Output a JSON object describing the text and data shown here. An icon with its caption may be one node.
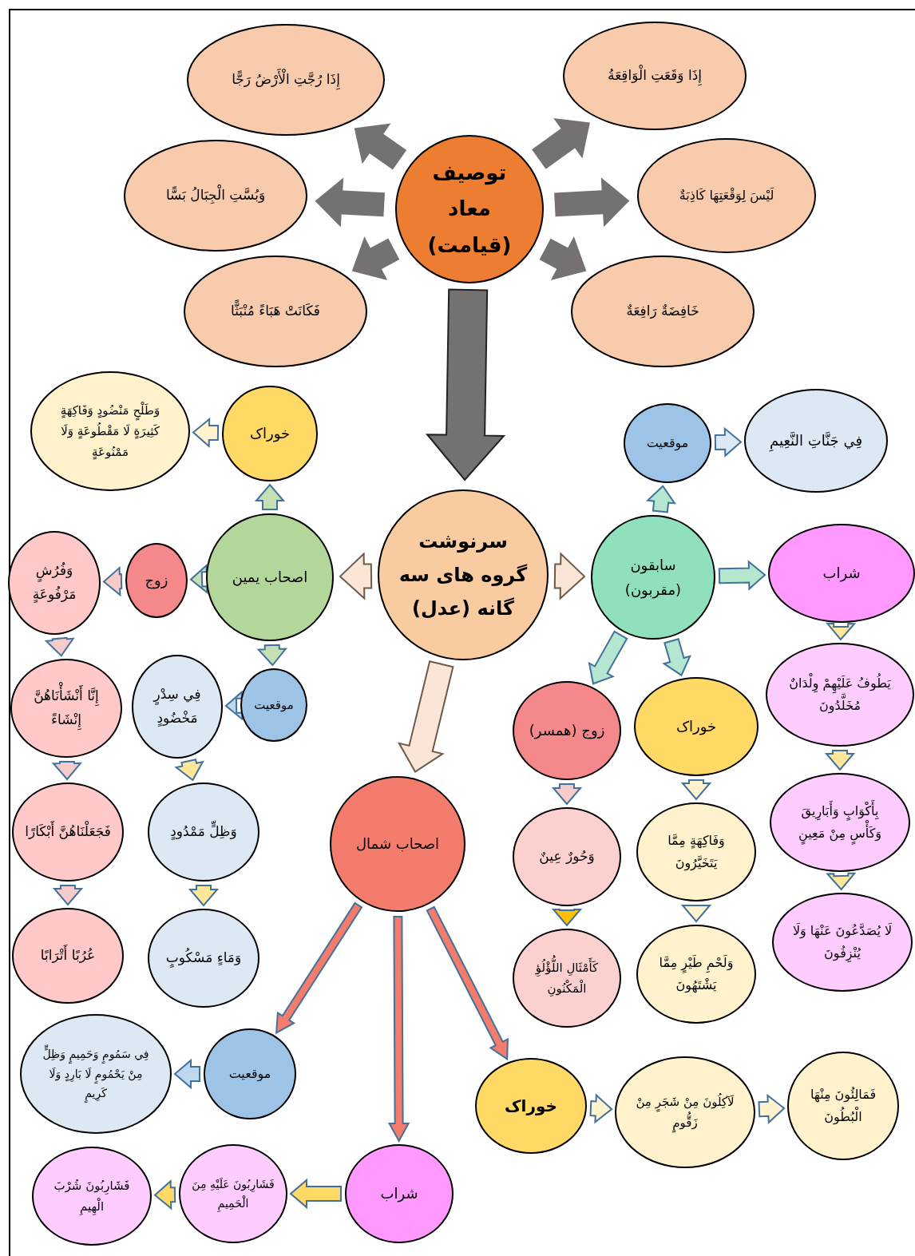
{
  "diagram": {
    "nodes": [
      {
        "text": [
          "توصیف معاد (قیامت)"
        ]
      },
      {
        "text": [
          "إِذَا رُجَّتِ الْأَرْضُ رَجًّا"
        ]
      },
      {
        "text": [
          "إِذَا وَقَعَتِ الْوَاقِعَةُ"
        ]
      },
      {
        "text": [
          "وَبُسَّتِ الْجِبَالُ بَسًّا"
        ]
      },
      {
        "text": [
          "لَيْسَ لِوَقْعَتِهَا كَاذِبَةٌ"
        ]
      },
      {
        "text": [
          "فَكَانَتْ هَبَاءً مُنْبَثًّا"
        ]
      },
      {
        "text": [
          "خَافِضَةٌ رَافِعَةٌ"
        ]
      },
      {
        "text": [
          "سرنوشت گروه های سه گانه (عدل)"
        ]
      },
      {
        "text": [
          "اصحاب یمین"
        ]
      },
      {
        "text": [
          "سابقون (مقربون)"
        ]
      },
      {
        "text": [
          "اصحاب شمال"
        ]
      },
      {
        "text": [
          "خوراک"
        ]
      },
      {
        "text": [
          "وَطَلْحٍ مَنْضُودٍ وَفَاكِهَةٍ كَثِيرَةٍ لَا مَقْطُوعَةٍ وَلَا مَمْنُوعَةٍ"
        ]
      },
      {
        "text": [
          "زوج"
        ]
      },
      {
        "text": [
          "وَفُرُشٍ مَرْفُوعَةٍ"
        ]
      },
      {
        "text": [
          "موقعیت"
        ]
      },
      {
        "text": [
          "فِي سِدْرٍ مَخْضُودٍ"
        ]
      },
      {
        "text": [
          "إِنَّا أَنْشَأْنَاهُنَّ إِنْشَاءً"
        ]
      },
      {
        "text": [
          "فَجَعَلْنَاهُنَّ أَبْكَارًا"
        ]
      },
      {
        "text": [
          "عُرُبًا أَتْرَابًا"
        ]
      },
      {
        "text": [
          "وَظِلٍّ مَمْدُودٍ"
        ]
      },
      {
        "text": [
          "وَمَاءٍ مَسْكُوبٍ"
        ]
      },
      {
        "text": [
          "موقعیت"
        ]
      },
      {
        "text": [
          "فِي جَنَّاتِ النَّعِيمِ"
        ]
      },
      {
        "text": [
          "شراب"
        ]
      },
      {
        "text": [
          "زوج (همسر)"
        ]
      },
      {
        "text": [
          "خوراک"
        ]
      },
      {
        "text": [
          "يَطُوفُ عَلَيْهِمْ وِلْدَانٌ مُخَلَّدُونَ"
        ]
      },
      {
        "text": [
          "بِأَكْوَابٍ وَأَبَارِيقَ وَكَأْسٍ مِنْ مَعِينٍ"
        ]
      },
      {
        "text": [
          "لَا يُصَدَّعُونَ عَنْهَا وَلَا يُنْزِفُونَ"
        ]
      },
      {
        "text": [
          "وَحُورٌ عِينٌ"
        ]
      },
      {
        "text": [
          "كَأَمْثَالِ اللُّؤْلُؤِ الْمَكْنُونِ"
        ]
      },
      {
        "text": [
          "وَفَاكِهَةٍ مِمَّا يَتَخَيَّرُونَ"
        ]
      },
      {
        "text": [
          "وَلَحْمِ طَيْرٍ مِمَّا يَشْتَهُونَ"
        ]
      },
      {
        "text": [
          "موقعیت"
        ]
      },
      {
        "text": [
          "فِي سَمُومٍ وَحَمِيمٍ وَظِلٍّ مِنْ يَحْمُومٍ لَا بَارِدٍ وَلَا كَرِيمٍ"
        ]
      },
      {
        "text": [
          "شراب"
        ]
      },
      {
        "text": [
          "فَشَارِبُونَ عَلَيْهِ مِنَ الْحَمِيمِ"
        ]
      },
      {
        "text": [
          "فَشَارِبُونَ شُرْبَ الْهِيمِ"
        ]
      },
      {
        "text": [
          "خوراک"
        ]
      },
      {
        "text": [
          "لَآكِلُونَ مِنْ شَجَرٍ مِنْ زَقُّومٍ"
        ]
      },
      {
        "text": [
          "فَمَالِئُونَ مِنْهَا الْبُطُونَ"
        ]
      }
    ],
    "edges": [
      {
        "from": 0,
        "to": 1,
        "arrow": "to",
        "color": "#767171"
      },
      {
        "from": 0,
        "to": 2,
        "arrow": "to",
        "color": "#767171"
      },
      {
        "from": 0,
        "to": 3,
        "arrow": "to",
        "color": "#767171"
      },
      {
        "from": 0,
        "to": 4,
        "arrow": "to",
        "color": "#767171"
      },
      {
        "from": 0,
        "to": 5,
        "arrow": "to",
        "color": "#767171"
      },
      {
        "from": 0,
        "to": 6,
        "arrow": "to",
        "color": "#767171"
      },
      {
        "from": 0,
        "to": 7,
        "arrow": "to",
        "color": "#767171"
      },
      {
        "from": 7,
        "to": 8,
        "arrow": "to",
        "color": "#fbe5d6"
      },
      {
        "from": 7,
        "to": 9,
        "arrow": "to",
        "color": "#fbe5d6"
      },
      {
        "from": 7,
        "to": 10,
        "arrow": "to",
        "color": "#fbe5d6"
      },
      {
        "from": 8,
        "to": 11,
        "arrow": "to",
        "color": "#c5e0b4"
      },
      {
        "from": 11,
        "to": 12,
        "arrow": "to",
        "color": "#fff2cc"
      },
      {
        "from": 8,
        "to": 13,
        "arrow": "to",
        "color": "#c5e0b4"
      },
      {
        "from": 13,
        "to": 14,
        "arrow": "to",
        "color": "#f8cbcb"
      },
      {
        "from": 8,
        "to": 15,
        "arrow": "to",
        "color": "#c5e0b4"
      },
      {
        "from": 15,
        "to": 16,
        "arrow": "to",
        "color": "#bdd7ee"
      },
      {
        "from": 14,
        "to": 17,
        "arrow": "to",
        "color": "#f8cbcb"
      },
      {
        "from": 17,
        "to": 18,
        "arrow": "to",
        "color": "#f8cbcb"
      },
      {
        "from": 18,
        "to": 19,
        "arrow": "to",
        "color": "#f8cbcb"
      },
      {
        "from": 16,
        "to": 20,
        "arrow": "to",
        "color": "#ffe699"
      },
      {
        "from": 20,
        "to": 21,
        "arrow": "to",
        "color": "#ffe699"
      },
      {
        "from": 9,
        "to": 22,
        "arrow": "to",
        "color": "#b5e6d0"
      },
      {
        "from": 22,
        "to": 23,
        "arrow": "to",
        "color": "#dde8f5"
      },
      {
        "from": 9,
        "to": 24,
        "arrow": "to",
        "color": "#b5e6d0"
      },
      {
        "from": 9,
        "to": 25,
        "arrow": "to",
        "color": "#b5e6d0"
      },
      {
        "from": 9,
        "to": 26,
        "arrow": "to",
        "color": "#b5e6d0"
      },
      {
        "from": 24,
        "to": 27,
        "arrow": "to",
        "color": "#ffe699"
      },
      {
        "from": 27,
        "to": 28,
        "arrow": "to",
        "color": "#ffe699"
      },
      {
        "from": 28,
        "to": 29,
        "arrow": "to",
        "color": "#ffe699"
      },
      {
        "from": 25,
        "to": 30,
        "arrow": "to",
        "color": "#f8cbcb"
      },
      {
        "from": 30,
        "to": 31,
        "arrow": "to",
        "color": "#ffc000"
      },
      {
        "from": 26,
        "to": 32,
        "arrow": "to",
        "color": "#fff2cc"
      },
      {
        "from": 32,
        "to": 33,
        "arrow": "to",
        "color": "#fff2cc"
      },
      {
        "from": 10,
        "to": 34,
        "arrow": "to",
        "color": "#f47c6c"
      },
      {
        "from": 34,
        "to": 35,
        "arrow": "to",
        "color": "#bdd7ee"
      },
      {
        "from": 10,
        "to": 36,
        "arrow": "to",
        "color": "#f47c6c"
      },
      {
        "from": 36,
        "to": 37,
        "arrow": "to",
        "color": "#ffd966"
      },
      {
        "from": 37,
        "to": 38,
        "arrow": "to",
        "color": "#ffd966"
      },
      {
        "from": 10,
        "to": 39,
        "arrow": "to",
        "color": "#f47c6c"
      },
      {
        "from": 39,
        "to": 40,
        "arrow": "to",
        "color": "#fff2cc"
      },
      {
        "from": 40,
        "to": 41,
        "arrow": "to",
        "color": "#fff2cc"
      }
    ]
  }
}
